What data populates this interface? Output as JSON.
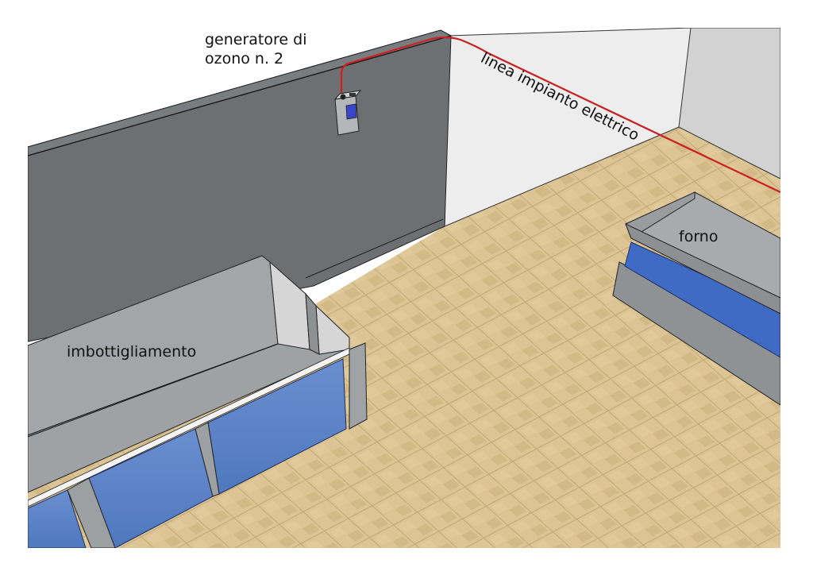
{
  "diagram": {
    "type": "3D room layout (plant floor plan)",
    "labels": {
      "generator_line1": "generatore di",
      "generator_line2": "ozono n. 2",
      "electric_line": "linea impianto elettrico",
      "oven": "forno",
      "bottling": "imbottigliamento"
    },
    "colors": {
      "back_wall": "#6c7073",
      "side_wall": "#ececec",
      "right_wall": "#d2d2d2",
      "floor": "#d6bd8a",
      "counter_top": "#a9acae",
      "glass": "#5a82c4",
      "electric_line": "#cc1f1f",
      "outline": "#1a1a1a"
    }
  }
}
